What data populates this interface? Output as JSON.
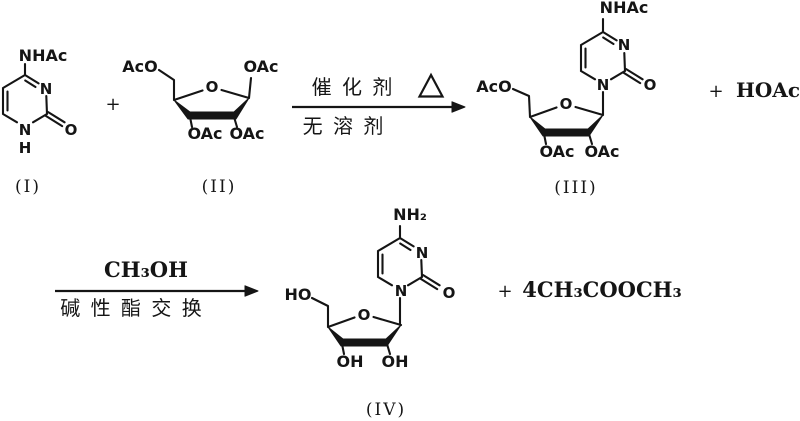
{
  "colors": {
    "ink": "#151515",
    "background": "#ffffff"
  },
  "reaction": {
    "compound_I": {
      "label": "(I)",
      "n_acetyl": "NHAc",
      "n3": "N",
      "n1": "N",
      "n1_h": "H",
      "carbonyl_o": "O"
    },
    "plus_1": "+",
    "compound_II": {
      "label": "(II)",
      "c5_acetoxy": "AcO",
      "c1_acetoxy": "OAc",
      "ring_o": "O",
      "c3_acetoxy": "OAc",
      "c2_acetoxy": "OAc"
    },
    "step_1": {
      "condition_top": "催 化 剂",
      "heat_icon": "delta-triangle",
      "condition_bottom": "无 溶 剂"
    },
    "compound_III": {
      "label": "(III)",
      "n_acetyl": "NHAc",
      "n3": "N",
      "n1": "N",
      "carbonyl_o": "O",
      "c5_acetoxy": "AcO",
      "ring_o": "O",
      "c3_acetoxy": "OAc",
      "c2_acetoxy": "OAc"
    },
    "plus_2": "+",
    "byproduct_1": "HOAc",
    "step_2": {
      "condition_top": "CH₃OH",
      "condition_bottom": "碱 性 酯 交 换"
    },
    "compound_IV": {
      "label": "(IV)",
      "amino": "NH₂",
      "n3": "N",
      "n1": "N",
      "carbonyl_o": "O",
      "c5_hydroxy": "HO",
      "ring_o": "O",
      "c3_hydroxy": "OH",
      "c2_hydroxy": "OH"
    },
    "plus_3": "+",
    "byproduct_2": "4CH₃COOCH₃"
  }
}
